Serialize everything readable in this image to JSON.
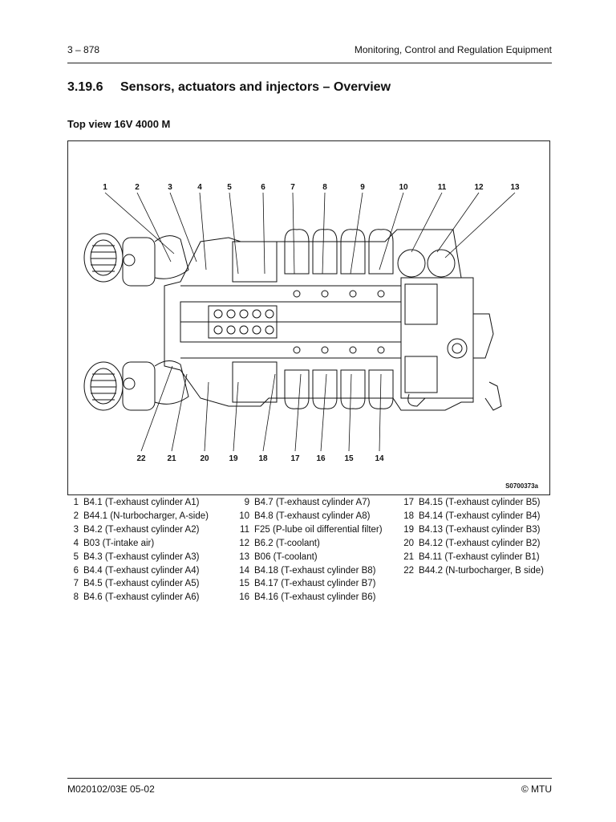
{
  "header": {
    "page_number": "3 – 878",
    "section": "Monitoring, Control and Regulation Equipment"
  },
  "title": {
    "number": "3.19.6",
    "text": "Sensors, actuators and injectors – Overview"
  },
  "subtitle": "Top view 16V 4000 M",
  "figure": {
    "id": "S0700373a",
    "top_callouts": [
      "1",
      "2",
      "3",
      "4",
      "5",
      "6",
      "7",
      "8",
      "9",
      "10",
      "11",
      "12",
      "13"
    ],
    "bottom_callouts": [
      "22",
      "21",
      "20",
      "19",
      "18",
      "17",
      "16",
      "15",
      "14"
    ]
  },
  "legend": {
    "col1": [
      {
        "n": "1",
        "text": "B4.1 (T-exhaust cylinder A1)"
      },
      {
        "n": "2",
        "text": "B44.1 (N-turbocharger, A-side)"
      },
      {
        "n": "3",
        "text": "B4.2 (T-exhaust cylinder A2)"
      },
      {
        "n": "4",
        "text": "B03 (T-intake air)"
      },
      {
        "n": "5",
        "text": "B4.3 (T-exhaust cylinder A3)"
      },
      {
        "n": "6",
        "text": "B4.4 (T-exhaust cylinder A4)"
      },
      {
        "n": "7",
        "text": "B4.5 (T-exhaust cylinder A5)"
      },
      {
        "n": "8",
        "text": "B4.6 (T-exhaust cylinder A6)"
      }
    ],
    "col2": [
      {
        "n": "9",
        "text": "B4.7 (T-exhaust cylinder A7)"
      },
      {
        "n": "10",
        "text": "B4.8 (T-exhaust cylinder A8)"
      },
      {
        "n": "11",
        "text": "F25 (P-lube oil differential filter)"
      },
      {
        "n": "12",
        "text": "B6.2 (T-coolant)"
      },
      {
        "n": "13",
        "text": "B06 (T-coolant)"
      },
      {
        "n": "14",
        "text": "B4.18 (T-exhaust cylinder B8)"
      },
      {
        "n": "15",
        "text": "B4.17 (T-exhaust cylinder B7)"
      },
      {
        "n": "16",
        "text": "B4.16 (T-exhaust cylinder B6)"
      }
    ],
    "col3": [
      {
        "n": "17",
        "text": "B4.15 (T-exhaust cylinder B5)"
      },
      {
        "n": "18",
        "text": "B4.14 (T-exhaust cylinder B4)"
      },
      {
        "n": "19",
        "text": "B4.13 (T-exhaust cylinder B3)"
      },
      {
        "n": "20",
        "text": "B4.12 (T-exhaust cylinder B2)"
      },
      {
        "n": "21",
        "text": "B4.11 (T-exhaust cylinder B1)"
      },
      {
        "n": "22",
        "text": "B44.2 (N-turbocharger, B side)"
      }
    ]
  },
  "footer": {
    "doc_number": "M020102/03E   05-02",
    "copyright": "© MTU"
  }
}
